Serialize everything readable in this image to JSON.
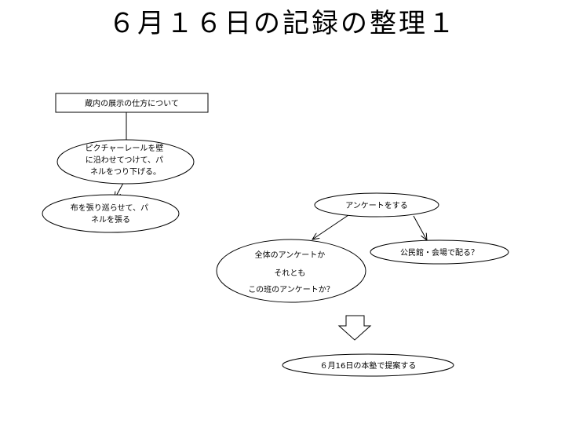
{
  "title": "６月１６日の記録の整理１",
  "nodes": {
    "display_method": "蔵内の展示の仕方について",
    "picture_rail_lines": [
      "ピクチャーレールを壁",
      "に沿わせてつけて、パ",
      "ネルをつり下げる。"
    ],
    "cloth_panel_lines": [
      "布を張り巡らせて、パ",
      "ネルを張る"
    ],
    "survey": "アンケートをする",
    "scope_lines": [
      "全体のアンケートか",
      "それとも",
      "この班のアンケートか？"
    ],
    "distribute": "公民館・会場で配る？",
    "proposal": "６月16日の本塾で提案する"
  }
}
